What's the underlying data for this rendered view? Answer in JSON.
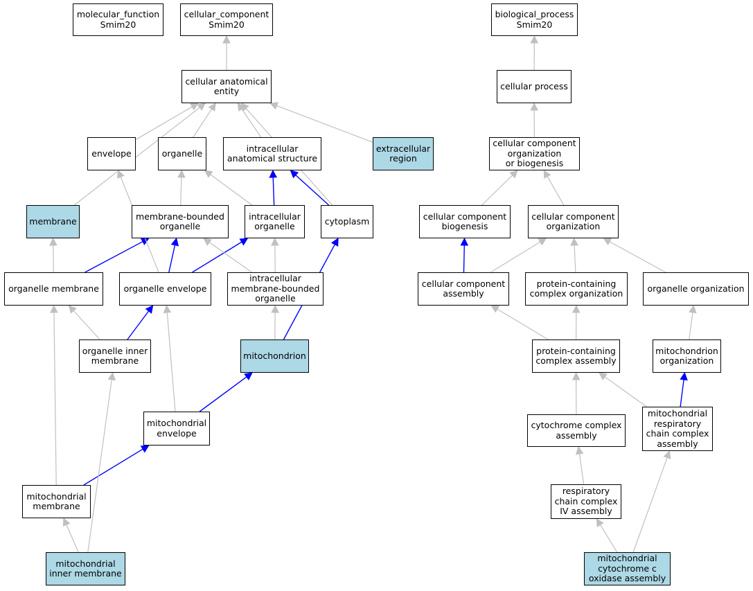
{
  "colors": {
    "highlight_fill": "#add8e6",
    "node_fill": "#ffffff",
    "node_border": "#000000",
    "edge_gray": "#c0c0c0",
    "edge_blue": "#0000ff"
  },
  "nodes": {
    "molecular_function": {
      "label": "molecular_function\nSmim20",
      "highlight": false
    },
    "cellular_component": {
      "label": "cellular_component\nSmim20",
      "highlight": false
    },
    "biological_process": {
      "label": "biological_process\nSmim20",
      "highlight": false
    },
    "cellular_anatomical_entity": {
      "label": "cellular anatomical\nentity",
      "highlight": false
    },
    "cellular_process": {
      "label": "cellular process",
      "highlight": false
    },
    "envelope": {
      "label": "envelope",
      "highlight": false
    },
    "organelle": {
      "label": "organelle",
      "highlight": false
    },
    "intracellular_anatomical_structure": {
      "label": "intracellular\nanatomical structure",
      "highlight": false
    },
    "extracellular_region": {
      "label": "extracellular\nregion",
      "highlight": true
    },
    "cc_org_or_biogenesis": {
      "label": "cellular component\norganization\nor biogenesis",
      "highlight": false
    },
    "membrane": {
      "label": "membrane",
      "highlight": true
    },
    "membrane_bounded_organelle": {
      "label": "membrane-bounded\norganelle",
      "highlight": false
    },
    "intracellular_organelle": {
      "label": "intracellular\norganelle",
      "highlight": false
    },
    "cytoplasm": {
      "label": "cytoplasm",
      "highlight": false
    },
    "cc_biogenesis": {
      "label": "cellular component\nbiogenesis",
      "highlight": false
    },
    "cc_organization": {
      "label": "cellular component\norganization",
      "highlight": false
    },
    "organelle_membrane": {
      "label": "organelle membrane",
      "highlight": false
    },
    "organelle_envelope": {
      "label": "organelle envelope",
      "highlight": false
    },
    "intracellular_mbo": {
      "label": "intracellular\nmembrane-bounded\norganelle",
      "highlight": false
    },
    "cc_assembly": {
      "label": "cellular component\nassembly",
      "highlight": false
    },
    "pc_organization": {
      "label": "protein-containing\ncomplex organization",
      "highlight": false
    },
    "organelle_organization": {
      "label": "organelle organization",
      "highlight": false
    },
    "organelle_inner_membrane": {
      "label": "organelle inner\nmembrane",
      "highlight": false
    },
    "mitochondrion": {
      "label": "mitochondrion",
      "highlight": true
    },
    "pc_assembly": {
      "label": "protein-containing\ncomplex assembly",
      "highlight": false
    },
    "mitochondrion_organization": {
      "label": "mitochondrion\norganization",
      "highlight": false
    },
    "mitochondrial_envelope": {
      "label": "mitochondrial\nenvelope",
      "highlight": false
    },
    "cytochrome_complex_assembly": {
      "label": "cytochrome complex\nassembly",
      "highlight": false
    },
    "mito_resp_chain_assembly": {
      "label": "mitochondrial\nrespiratory\nchain complex\nassembly",
      "highlight": false
    },
    "mitochondrial_membrane": {
      "label": "mitochondrial\nmembrane",
      "highlight": false
    },
    "resp_chain_iv_assembly": {
      "label": "respiratory\nchain complex\nIV assembly",
      "highlight": false
    },
    "mito_inner_membrane": {
      "label": "mitochondrial\ninner membrane",
      "highlight": true
    },
    "mito_cox_assembly": {
      "label": "mitochondrial\ncytochrome c\noxidase assembly",
      "highlight": true
    }
  },
  "edges": [
    {
      "from": "cellular_anatomical_entity",
      "to": "cellular_component",
      "color": "gray"
    },
    {
      "from": "envelope",
      "to": "cellular_anatomical_entity",
      "color": "gray"
    },
    {
      "from": "organelle",
      "to": "cellular_anatomical_entity",
      "color": "gray"
    },
    {
      "from": "intracellular_anatomical_structure",
      "to": "cellular_anatomical_entity",
      "color": "gray"
    },
    {
      "from": "extracellular_region",
      "to": "cellular_anatomical_entity",
      "color": "gray"
    },
    {
      "from": "membrane",
      "to": "cellular_anatomical_entity",
      "color": "gray"
    },
    {
      "from": "cytoplasm",
      "to": "cellular_anatomical_entity",
      "color": "gray"
    },
    {
      "from": "membrane_bounded_organelle",
      "to": "organelle",
      "color": "gray"
    },
    {
      "from": "intracellular_organelle",
      "to": "organelle",
      "color": "gray"
    },
    {
      "from": "intracellular_organelle",
      "to": "intracellular_anatomical_structure",
      "color": "blue"
    },
    {
      "from": "cytoplasm",
      "to": "intracellular_anatomical_structure",
      "color": "blue"
    },
    {
      "from": "organelle_membrane",
      "to": "membrane",
      "color": "gray"
    },
    {
      "from": "organelle_membrane",
      "to": "membrane_bounded_organelle",
      "color": "blue"
    },
    {
      "from": "organelle_envelope",
      "to": "membrane_bounded_organelle",
      "color": "blue"
    },
    {
      "from": "organelle_envelope",
      "to": "intracellular_organelle",
      "color": "blue"
    },
    {
      "from": "organelle_envelope",
      "to": "envelope",
      "color": "gray"
    },
    {
      "from": "intracellular_mbo",
      "to": "membrane_bounded_organelle",
      "color": "gray"
    },
    {
      "from": "intracellular_mbo",
      "to": "intracellular_organelle",
      "color": "gray"
    },
    {
      "from": "organelle_inner_membrane",
      "to": "organelle_membrane",
      "color": "gray"
    },
    {
      "from": "organelle_inner_membrane",
      "to": "organelle_envelope",
      "color": "blue"
    },
    {
      "from": "mitochondrion",
      "to": "intracellular_mbo",
      "color": "gray"
    },
    {
      "from": "mitochondrion",
      "to": "cytoplasm",
      "color": "blue"
    },
    {
      "from": "mitochondrial_envelope",
      "to": "mitochondrion",
      "color": "blue"
    },
    {
      "from": "mitochondrial_envelope",
      "to": "organelle_envelope",
      "color": "gray"
    },
    {
      "from": "mitochondrial_membrane",
      "to": "organelle_membrane",
      "color": "gray"
    },
    {
      "from": "mitochondrial_membrane",
      "to": "mitochondrial_envelope",
      "color": "blue"
    },
    {
      "from": "mito_inner_membrane",
      "to": "mitochondrial_membrane",
      "color": "gray"
    },
    {
      "from": "mito_inner_membrane",
      "to": "organelle_inner_membrane",
      "color": "gray"
    },
    {
      "from": "cellular_process",
      "to": "biological_process",
      "color": "gray"
    },
    {
      "from": "cc_org_or_biogenesis",
      "to": "cellular_process",
      "color": "gray"
    },
    {
      "from": "cc_biogenesis",
      "to": "cc_org_or_biogenesis",
      "color": "gray"
    },
    {
      "from": "cc_organization",
      "to": "cc_org_or_biogenesis",
      "color": "gray"
    },
    {
      "from": "cc_assembly",
      "to": "cc_biogenesis",
      "color": "blue"
    },
    {
      "from": "cc_assembly",
      "to": "cc_organization",
      "color": "gray"
    },
    {
      "from": "pc_organization",
      "to": "cc_organization",
      "color": "gray"
    },
    {
      "from": "organelle_organization",
      "to": "cc_organization",
      "color": "gray"
    },
    {
      "from": "pc_assembly",
      "to": "cc_assembly",
      "color": "gray"
    },
    {
      "from": "pc_assembly",
      "to": "pc_organization",
      "color": "gray"
    },
    {
      "from": "mitochondrion_organization",
      "to": "organelle_organization",
      "color": "gray"
    },
    {
      "from": "cytochrome_complex_assembly",
      "to": "pc_assembly",
      "color": "gray"
    },
    {
      "from": "mito_resp_chain_assembly",
      "to": "pc_assembly",
      "color": "gray"
    },
    {
      "from": "mito_resp_chain_assembly",
      "to": "mitochondrion_organization",
      "color": "blue"
    },
    {
      "from": "resp_chain_iv_assembly",
      "to": "cytochrome_complex_assembly",
      "color": "gray"
    },
    {
      "from": "mito_cox_assembly",
      "to": "resp_chain_iv_assembly",
      "color": "gray"
    },
    {
      "from": "mito_cox_assembly",
      "to": "mito_resp_chain_assembly",
      "color": "gray"
    }
  ]
}
